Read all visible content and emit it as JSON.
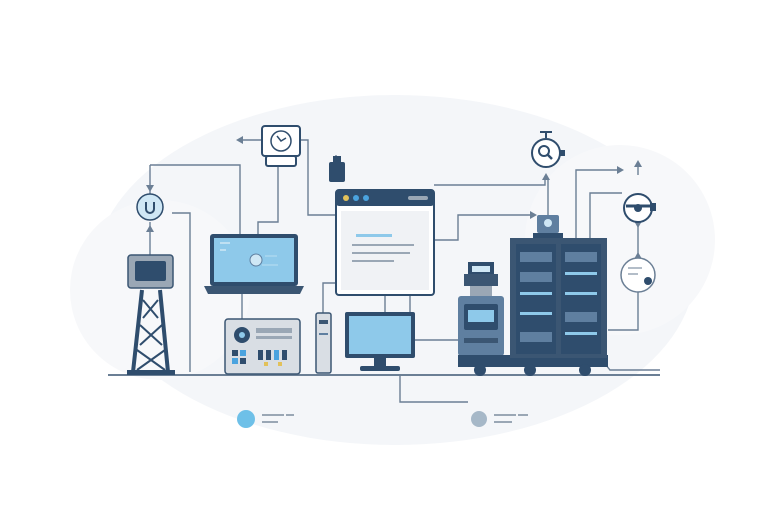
{
  "diagram": {
    "palette": {
      "navy": "#2f4d6d",
      "dark": "#3b5673",
      "slate": "#5f7fa0",
      "light_blue": "#8ec9ea",
      "pale_blue": "#cfe7f5",
      "gray": "#9aa7b5",
      "light_gray": "#d9dee4",
      "line": "#6b7f95",
      "accent_yellow": "#e2c15a",
      "accent_blue": "#4aa3df"
    },
    "devices": [
      {
        "id": "radio-tower",
        "icon": "antenna-tower-icon"
      },
      {
        "id": "laptop",
        "icon": "laptop-icon"
      },
      {
        "id": "control-panel",
        "icon": "control-console-icon"
      },
      {
        "id": "usb-drive",
        "icon": "usb-stick-icon"
      },
      {
        "id": "browser-window",
        "icon": "web-browser-icon"
      },
      {
        "id": "desktop-monitor",
        "icon": "monitor-icon"
      },
      {
        "id": "printer-cart",
        "icon": "printer-icon"
      },
      {
        "id": "server-rack",
        "icon": "server-rack-icon"
      },
      {
        "id": "clock-sensor",
        "icon": "clock-icon"
      },
      {
        "id": "search-node",
        "icon": "magnifier-icon"
      },
      {
        "id": "steering-node",
        "icon": "steering-wheel-icon"
      },
      {
        "id": "status-gauge",
        "icon": "gauge-icon"
      },
      {
        "id": "power-node",
        "icon": "power-socket-icon"
      }
    ],
    "legend": [
      {
        "id": "legend-item-1",
        "dot_color": "#6ec0e8"
      },
      {
        "id": "legend-item-2",
        "dot_color": "#a6b8c8"
      }
    ]
  }
}
